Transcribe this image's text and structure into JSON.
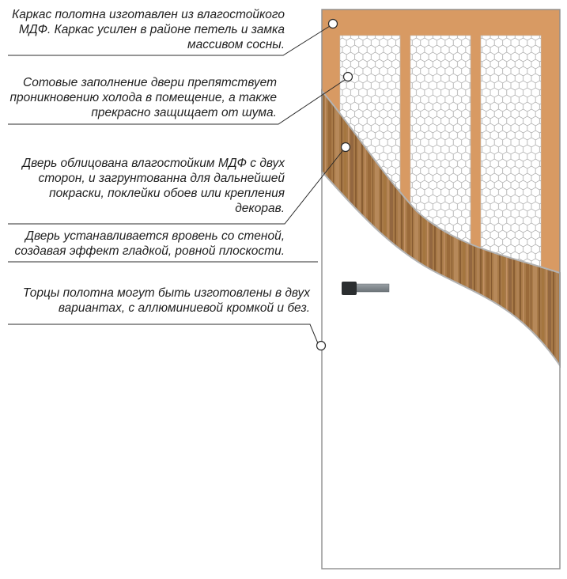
{
  "diagram": {
    "notes": [
      {
        "id": "frame",
        "text": "Каркас полотна изготавлен из влагостойкого МДФ. Каркас усилен в районе петель и замка массивом сосны."
      },
      {
        "id": "honeycomb",
        "text": "Сотовые заполнение двери препятствует проникновению холода в помещение, а также прекрасно защищает от шума."
      },
      {
        "id": "veneer",
        "text": "Дверь облицована влагостойким МДФ с двух сторон, и загрунтованна для дальнейшей покраски, поклейки обоев или крепления декорав."
      },
      {
        "id": "flush",
        "text": "Дверь устанавливается вровень со стеной, создавая эффект гладкой, ровной плоскости."
      },
      {
        "id": "edges",
        "text": "Торцы полотна могут быть изготовлены в двух вариантах, с аллюминиевой кромкой и без."
      }
    ],
    "colors": {
      "frame_orange": "#d89a63",
      "wood_base": "#a87a48",
      "honeycomb_line": "#9e9e9e",
      "band_edge": "#b3b3b3",
      "door_outline": "#8f8f8f",
      "leader_line": "#2b2b2b",
      "handle_dark": "#2b2e30",
      "handle_gray": "#828a8f",
      "text_color": "#1e1e1e"
    }
  }
}
